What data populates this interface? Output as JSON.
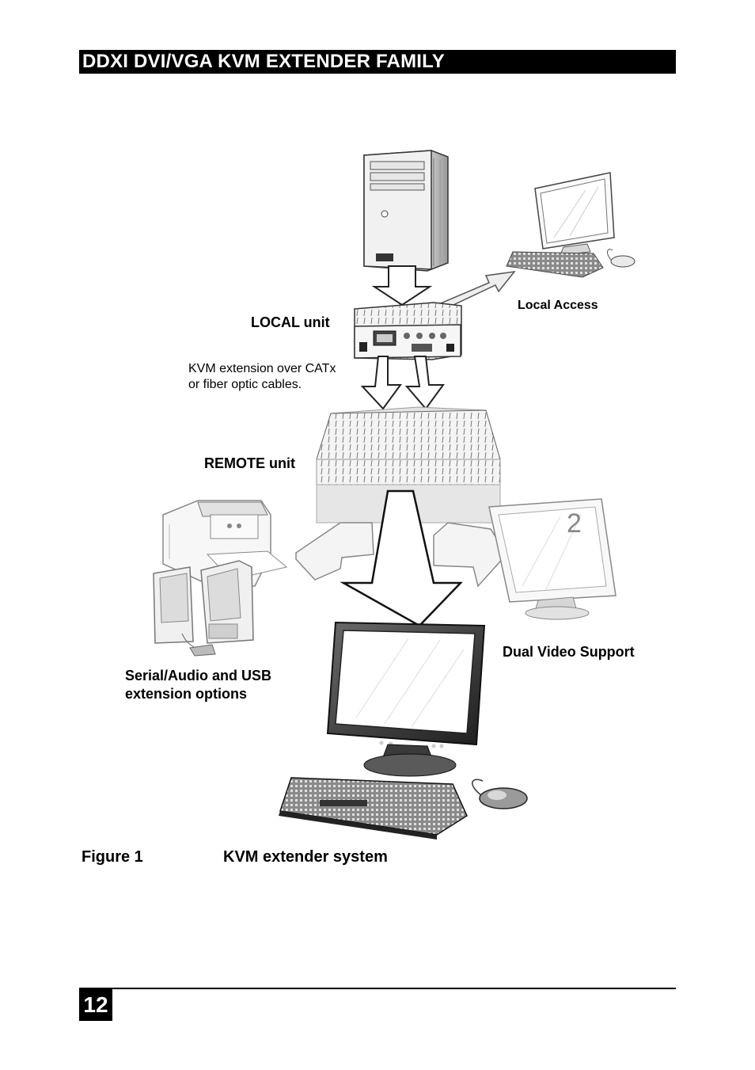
{
  "header": {
    "title": "DDXI DVI/VGA KVM EXTENDER FAMILY"
  },
  "diagram": {
    "labels": {
      "local_unit": "LOCAL unit",
      "local_access": "Local Access",
      "kvm_extension_line1": "KVM extension over CATx",
      "kvm_extension_line2": "or fiber optic cables.",
      "remote_unit": "REMOTE unit",
      "dual_video": "Dual Video Support",
      "serial_line1": "Serial/Audio and USB",
      "serial_line2": "extension options",
      "monitor_number": "2"
    },
    "icons": [
      "computer-tower-icon",
      "local-monitor-icon",
      "local-keyboard-icon",
      "local-mouse-icon",
      "local-unit-device-icon",
      "remote-unit-device-icon",
      "printer-icon",
      "speakers-icon",
      "second-monitor-icon",
      "main-monitor-icon",
      "main-keyboard-icon",
      "main-mouse-icon"
    ]
  },
  "figure": {
    "number": "Figure 1",
    "title": "KVM extender system"
  },
  "footer": {
    "page_number": "12"
  }
}
